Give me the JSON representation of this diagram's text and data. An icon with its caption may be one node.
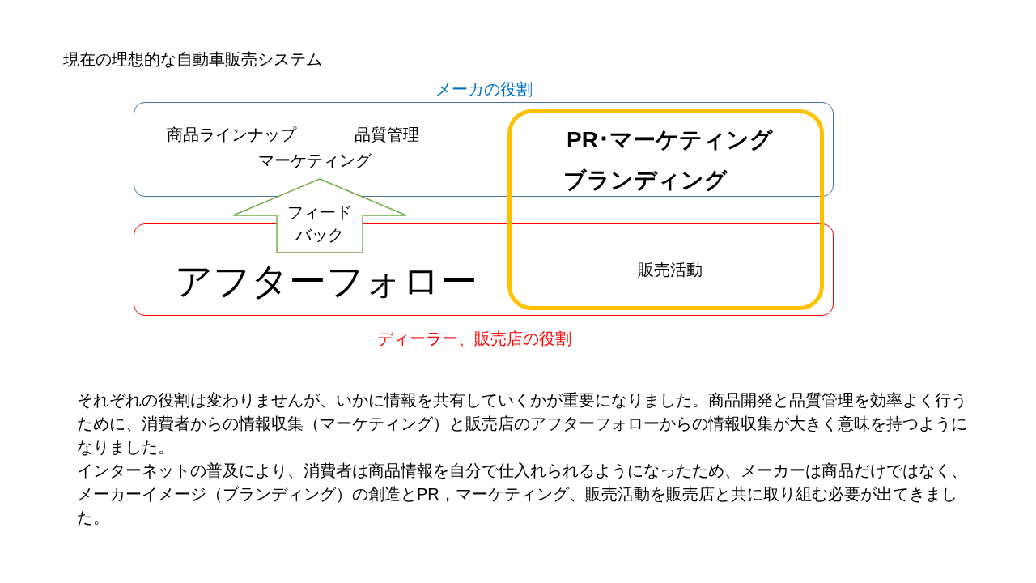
{
  "diagram": {
    "title": "現在の理想的な自動車販売システム",
    "nodes": [
      {
        "text": [
          "メーカの役割",
          "商品ラインナップ",
          "品質管理",
          "マーケティング"
        ]
      },
      {
        "text": [
          "アフターフォロー",
          "ディーラー、販売店の役割"
        ]
      },
      {
        "text": [
          "PR･マーケティング",
          "ブランディング",
          "販売活動"
        ]
      }
    ],
    "edges": [
      {
        "from": 1,
        "to": 0,
        "arrow": "to",
        "label": "フィードバック"
      }
    ],
    "labels": [
      "それぞれの役割は変わりませんが、いかに情報を共有していくかが重要になりました。商品開発と品質管理を効率よく行うために、消費者からの情報収集（マーケティング）と販売店のアフターフォローからの情報収集が大きく意味を持つようになりました。",
      "インターネットの普及により、消費者は商品情報を自分で仕入れられるようになったため、メーカーは商品だけではなく、メーカーイメージ（ブランディング）の創造とPR，マーケティング、販売活動を販売店と共に取り組む必要が出てきました。"
    ]
  }
}
